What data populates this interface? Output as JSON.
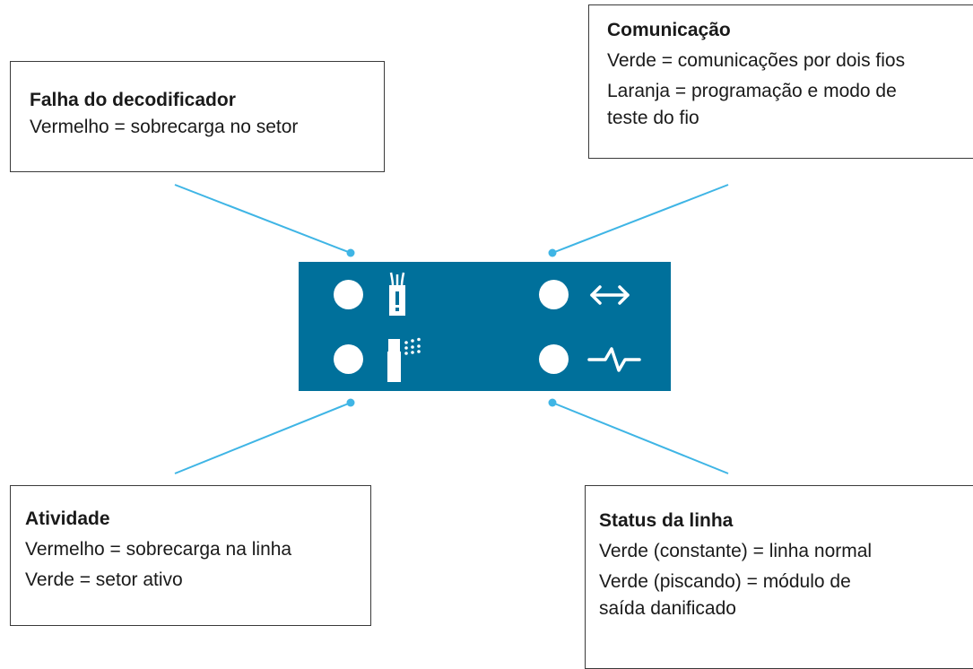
{
  "callouts": {
    "decoder_fault": {
      "title": "Falha do decodificador",
      "lines": [
        "Vermelho = sobrecarga no setor"
      ]
    },
    "communication": {
      "title": "Comunicação",
      "lines": [
        "Verde = comunicações por dois fios",
        "Laranja = programação e modo de",
        "teste do fio"
      ]
    },
    "activity": {
      "title": "Atividade",
      "lines": [
        "Vermelho = sobrecarga na linha",
        "Verde = setor ativo"
      ]
    },
    "line_status": {
      "title": "Status da linha",
      "lines": [
        "Verde (constante) = linha normal",
        "Verde (piscando) = módulo de",
        "saída danificado"
      ]
    }
  },
  "panel": {
    "leds": [
      {
        "icon": "decoder-fault-icon"
      },
      {
        "icon": "communication-arrows-icon"
      },
      {
        "icon": "sprinkler-activity-icon"
      },
      {
        "icon": "line-status-pulse-icon"
      }
    ]
  },
  "colors": {
    "panel": "#00709b",
    "connector": "#3fb5e5",
    "led": "#ffffff",
    "border": "#3a3a3a"
  }
}
